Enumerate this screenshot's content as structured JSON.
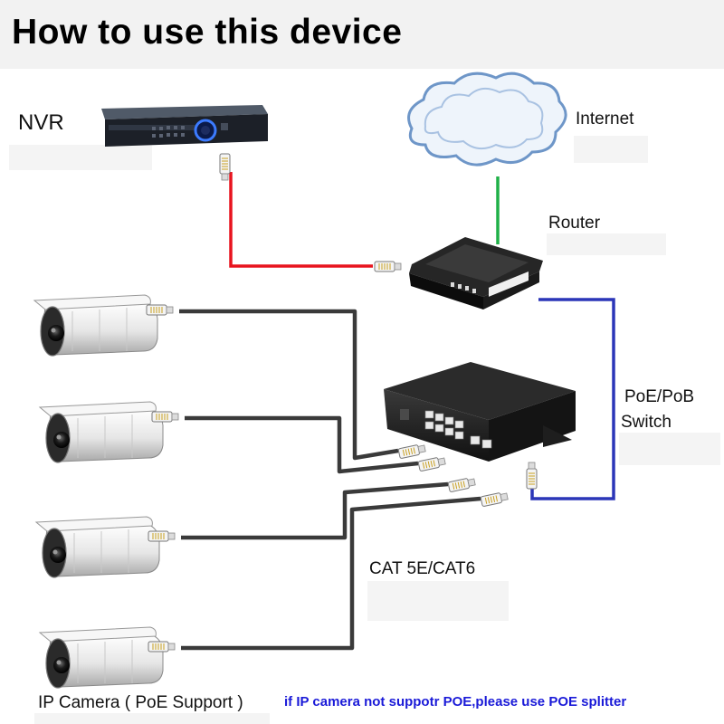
{
  "title": "How to use this device",
  "labels": {
    "nvr": "NVR",
    "internet": "Internet",
    "router": "Router",
    "switch_line1": "PoE/PoB",
    "switch_line2": "Switch",
    "cable": "CAT 5E/CAT6",
    "camera": "IP Camera ( PoE Support )"
  },
  "note": "if IP camera not suppotr POE,please use POE splitter",
  "colors": {
    "nvr_to_router": "#e8141e",
    "router_to_internet": "#20b048",
    "router_to_switch": "#2b36b8",
    "camera_cables": "#3a3a3a",
    "note_text": "#1a1ad8"
  },
  "icons": [
    "nvr-device-icon",
    "cloud-icon",
    "router-icon",
    "poe-switch-icon",
    "ip-camera-icon",
    "rj45-connector-icon"
  ]
}
